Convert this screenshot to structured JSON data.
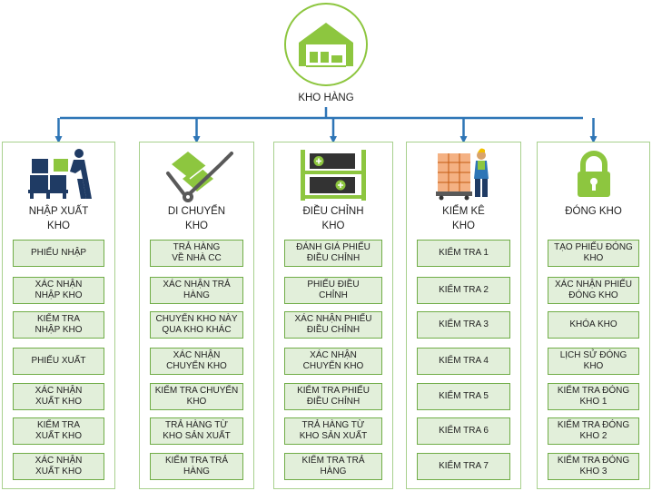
{
  "root": {
    "label": "KHO HÀNG",
    "icon": "warehouse-icon"
  },
  "colors": {
    "connector": "#2e75b6",
    "accent": "#8dc63f",
    "box_fill": "#e2efda",
    "box_border": "#70ad47"
  },
  "columns": [
    {
      "title": "NHẬP XUẤT\nKHO",
      "icon": "worker-with-boxes-icon",
      "items": [
        "PHIẾU NHẬP",
        "XÁC NHẬN\nNHẬP KHO",
        "KIỂM TRA\nNHẬP KHO",
        "PHIẾU XUẤT",
        "XÁC NHẬN\nXUẤT KHO",
        "KIỂM TRA\nXUẤT KHO",
        "XÁC NHẬN\nXUẤT KHO"
      ]
    },
    {
      "title": "DI CHUYỂN\nKHO",
      "icon": "hand-truck-icon",
      "items": [
        "TRẢ HÀNG\nVỀ NHÀ CC",
        "XÁC NHẬN TRẢ\nHÀNG",
        "CHUYỂN KHO NÀY\nQUA KHO KHÁC",
        "XÁC NHẬN\nCHUYỂN KHO",
        "KIỂM TRA CHUYỂN\nKHO",
        "TRẢ HÀNG TỪ\nKHO SẢN XUẤT",
        "KIỂM TRA TRẢ\nHÀNG"
      ]
    },
    {
      "title": "ĐIỀU CHỈNH\nKHO",
      "icon": "shelf-add-icon",
      "items": [
        "ĐÁNH GIÁ PHIẾU\nĐIỀU CHỈNH",
        "PHIẾU ĐIỀU\nCHỈNH",
        "XÁC NHẬN PHIẾU\nĐIỀU CHỈNH",
        "XÁC NHẬN\nCHUYỂN KHO",
        "KIỂM TRA PHIẾU\nĐIỀU CHỈNH",
        "TRẢ HÀNG TỪ\nKHO SẢN XUẤT",
        "KIỂM TRA TRẢ\nHÀNG"
      ]
    },
    {
      "title": "KIỂM KÊ\nKHO",
      "icon": "inventory-pallet-icon",
      "items": [
        "KIỂM TRA 1",
        "KIỂM TRA 2",
        "KIỂM TRA 3",
        "KIỂM TRA 4",
        "KIỂM TRA 5",
        "KIỂM TRA 6",
        "KIỂM TRA 7"
      ]
    },
    {
      "title": "ĐÓNG KHO",
      "icon": "lock-icon",
      "items": [
        "TẠO PHIẾU ĐÓNG\nKHO",
        "XÁC NHẬN PHIẾU\nĐÓNG KHO",
        "KHÓA KHO",
        "LỊCH SỬ ĐÓNG\nKHO",
        "KIỂM TRA ĐÓNG\nKHO 1",
        "KIỂM TRA ĐÓNG\nKHO 2",
        "KIỂM TRA ĐÓNG\nKHO 3"
      ]
    }
  ]
}
